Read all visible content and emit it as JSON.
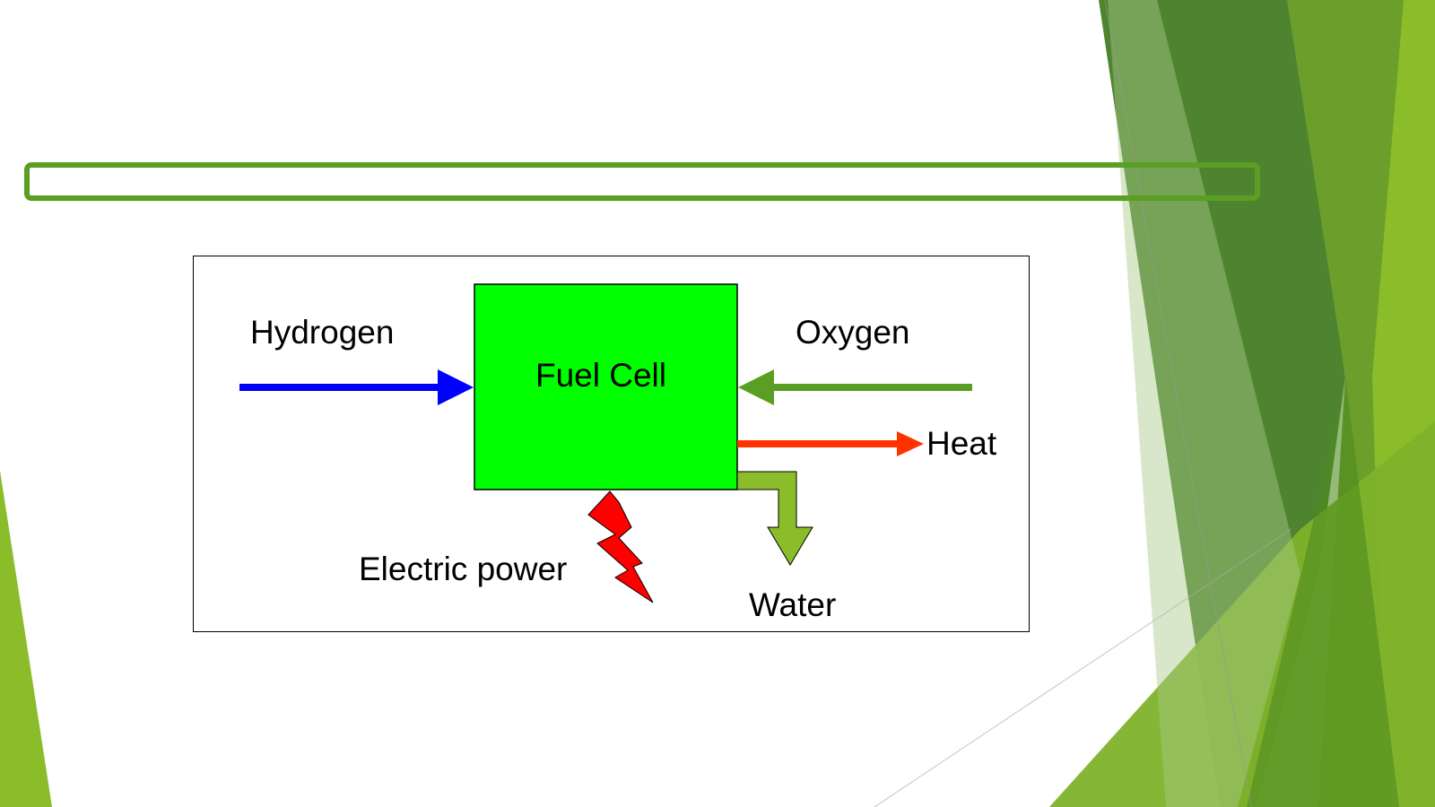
{
  "slide": {
    "title": ""
  },
  "diagram": {
    "box_label": "Fuel Cell",
    "inputs": [
      {
        "label": "Hydrogen",
        "color": "#0000ff"
      },
      {
        "label": "Oxygen",
        "color": "#5a9e23"
      }
    ],
    "outputs": [
      {
        "label": "Heat",
        "color": "#ff3300"
      },
      {
        "label": "Water",
        "color": "#8bbc2a"
      },
      {
        "label": "Electric power",
        "color": "#ff0000"
      }
    ],
    "box_color": "#00ff00"
  },
  "theme": {
    "accent_dark": "#3f7a1e",
    "accent_mid": "#5a9e23",
    "accent_light": "#8bbc2a"
  }
}
